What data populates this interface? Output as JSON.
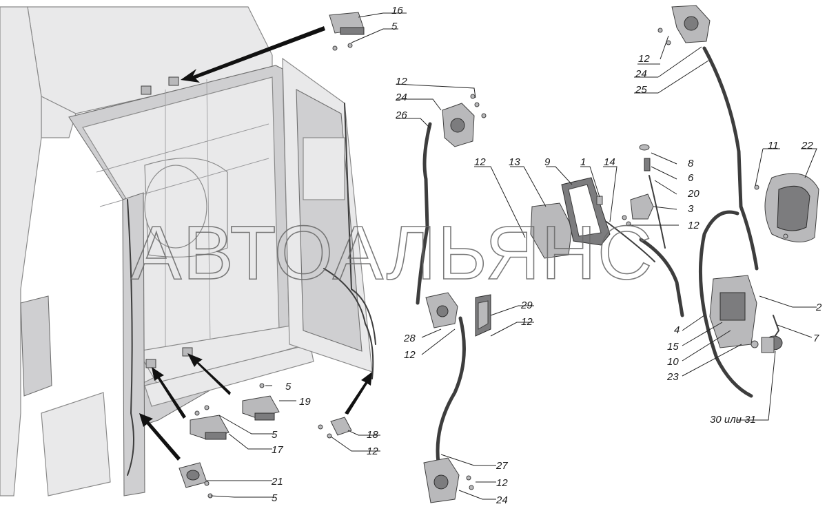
{
  "watermark": "АВТОАЛЬЯНС",
  "callouts": {
    "c16": "16",
    "c5a": "5",
    "c12a": "12",
    "c24a": "24",
    "c25": "25",
    "c12b": "12",
    "c24b": "24",
    "c26": "26",
    "c11": "11",
    "c22": "22",
    "c12c": "12",
    "c13": "13",
    "c9": "9",
    "c1": "1",
    "c14": "14",
    "c8": "8",
    "c6": "6",
    "c20": "20",
    "c3": "3",
    "c12d": "12",
    "c2": "2",
    "c29": "29",
    "c12e": "12",
    "c28": "28",
    "c12f": "12",
    "c4": "4",
    "c15": "15",
    "c10": "10",
    "c23": "23",
    "c7": "7",
    "c5b": "5",
    "c19": "19",
    "c5c": "5",
    "c17": "17",
    "c18": "18",
    "c12g": "12",
    "c3031": "30 или 31",
    "c21": "21",
    "c5d": "5",
    "c27": "27",
    "c12h": "12",
    "c24c": "24"
  }
}
